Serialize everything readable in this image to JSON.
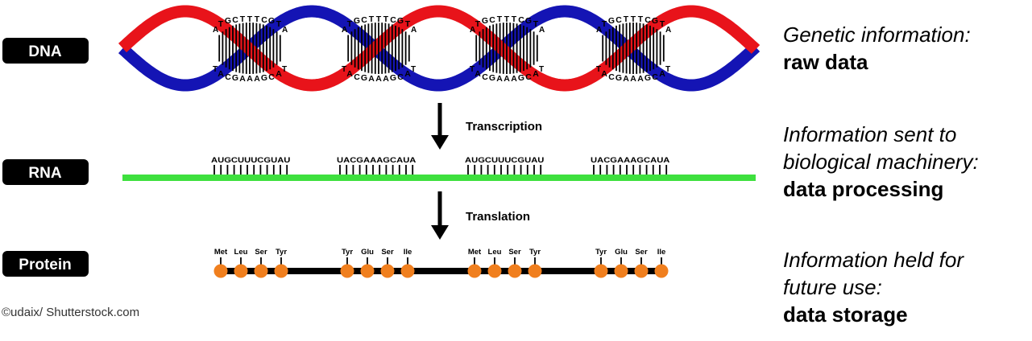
{
  "labels": {
    "dna": "DNA",
    "rna": "RNA",
    "protein": "Protein"
  },
  "steps": {
    "transcription": "Transcription",
    "translation": "Translation"
  },
  "dna": {
    "top_seq": "TGCTTTCGT",
    "bottom_seq": "ACGAAAGCA",
    "top_end_left": "A",
    "top_end_right": "A",
    "bottom_end_left": "T",
    "bottom_end_right": "T"
  },
  "rna": {
    "sequences": [
      "AUGCUUUCGUAU",
      "UACGAAAGCAUA",
      "AUGCUUUCGUAU",
      "UACGAAAGCAUA"
    ]
  },
  "protein": {
    "groups": [
      [
        "Met",
        "Leu",
        "Ser",
        "Tyr"
      ],
      [
        "Tyr",
        "Glu",
        "Ser",
        "Ile"
      ],
      [
        "Met",
        "Leu",
        "Ser",
        "Tyr"
      ],
      [
        "Tyr",
        "Glu",
        "Ser",
        "Ile"
      ]
    ]
  },
  "notes": {
    "dna": {
      "line1": "Genetic information:",
      "line2": "raw data"
    },
    "rna": {
      "line1": "Information sent to",
      "line2": "biological machinery:",
      "line3": "data processing"
    },
    "protein": {
      "line1": "Information held for",
      "line2": "future use:",
      "line3": "data storage"
    }
  },
  "credit": "©udaix/ Shutterstock.com",
  "colors": {
    "strand_red": "#e8131a",
    "strand_blue": "#1414b4",
    "rna_line": "#3ee03e",
    "amino": "#f07f1e",
    "label_bg": "#000000"
  }
}
